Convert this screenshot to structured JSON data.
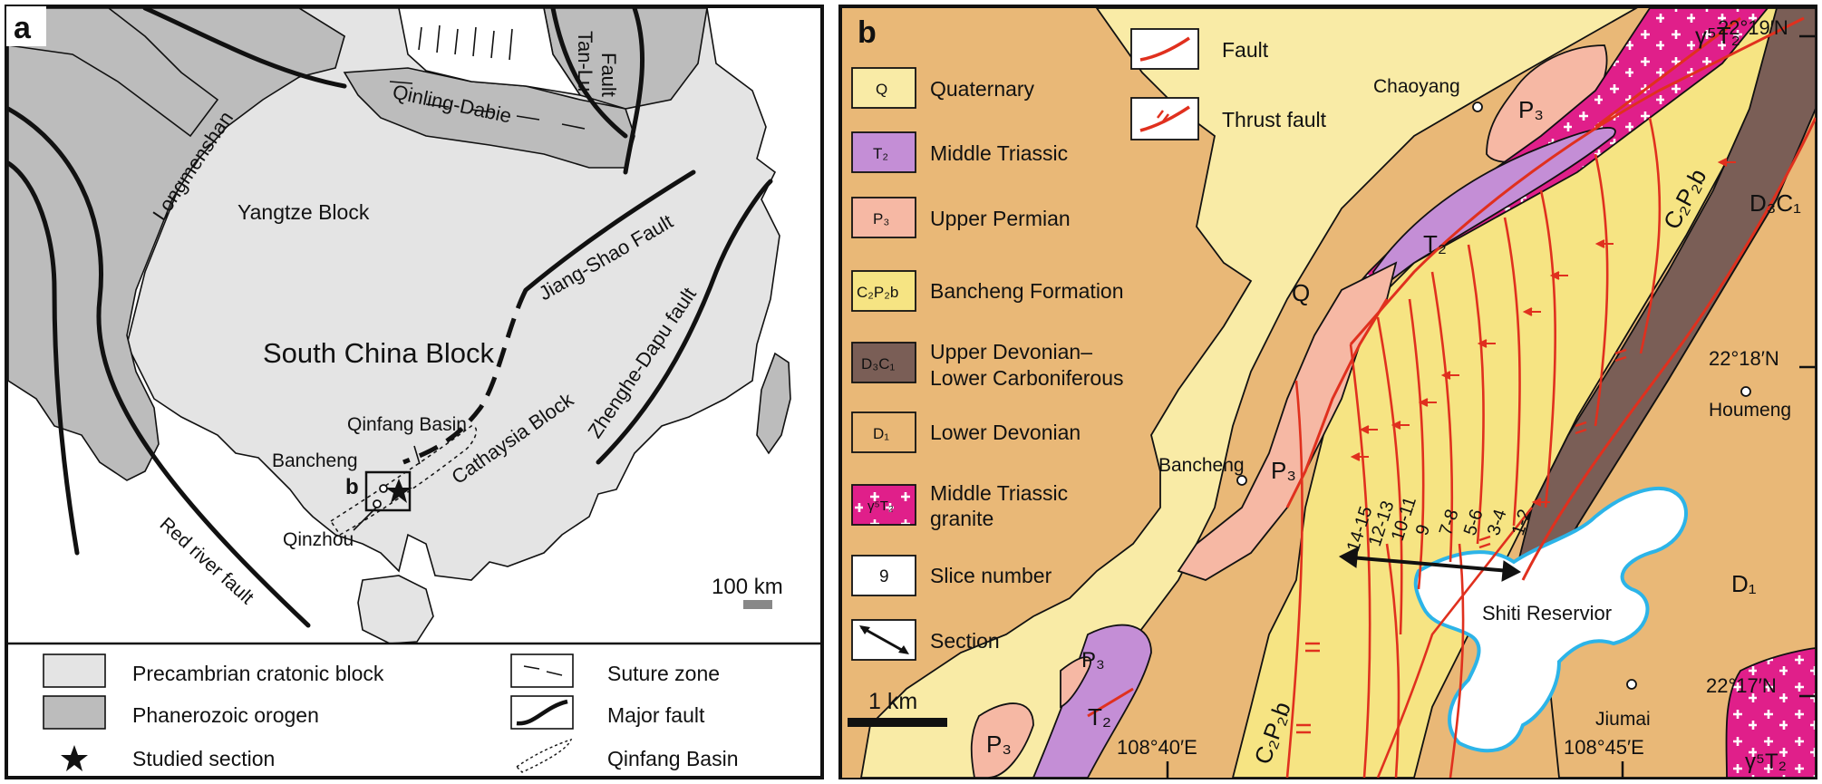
{
  "panel_a": {
    "letter": "a",
    "labels": {
      "tanlu_1": "Tan-Lu",
      "tanlu_2": "Fault",
      "qinling": "Qinling-Dabie",
      "longmenshan": "Longmenshan",
      "yangtze": "Yangtze Block",
      "jiangshao": "Jiang-Shao Fault",
      "zhenghe": "Zhenghe-Dapu fault",
      "south_china": "South China Block",
      "qinfang": "Qinfang Basin",
      "cathaysia": "Cathaysia Block",
      "bancheng": "Bancheng",
      "b_marker": "b",
      "qinzhou": "Qinzhou",
      "red_river": "Red river fault",
      "scale": "100 km"
    },
    "legend": [
      {
        "key": "precambrian",
        "label": "Precambrian cratonic block",
        "color": "#e4e4e4"
      },
      {
        "key": "phanerozoic",
        "label": "Phanerozoic orogen",
        "color": "#bcbcbc"
      },
      {
        "key": "studied",
        "label": "Studied section",
        "icon": "star-icon"
      },
      {
        "key": "suture",
        "label": "Suture zone"
      },
      {
        "key": "major_fault",
        "label": "Major fault"
      },
      {
        "key": "basin",
        "label": "Qinfang Basin"
      }
    ]
  },
  "panel_b": {
    "letter": "b",
    "legend": [
      {
        "key": "q",
        "swatch": "Q",
        "label": "Quaternary",
        "color": "#f9eba6"
      },
      {
        "key": "t2",
        "swatch": "T₂",
        "label": "Middle  Triassic",
        "color": "#c48ed6"
      },
      {
        "key": "p3",
        "swatch": "P₃",
        "label": "Upper Permian",
        "color": "#f6b8a4"
      },
      {
        "key": "c2p2b",
        "swatch": "C₂P₂b",
        "label": "Bancheng Formation",
        "color": "#f6e483"
      },
      {
        "key": "d3c1",
        "swatch": "D₃C₁",
        "label_1": "Upper Devonian–",
        "label_2": "Lower Carboniferous",
        "color": "#7a5e56"
      },
      {
        "key": "d1",
        "swatch": "D₁",
        "label": "Lower Devonian",
        "color": "#e9b877"
      },
      {
        "key": "granite",
        "swatch": "γ⁵T₂",
        "label_1": "Middle Triassic",
        "label_2": "granite",
        "color": "#e01f8a"
      },
      {
        "key": "slice",
        "swatch": "9",
        "label": "Slice number"
      },
      {
        "key": "section",
        "label": "Section"
      }
    ],
    "legend_top": [
      {
        "key": "fault",
        "label": "Fault"
      },
      {
        "key": "thrust",
        "label": "Thrust fault"
      }
    ],
    "map_labels": {
      "chaoyang": "Chaoyang",
      "q": "Q",
      "p3_top": "P₃",
      "t2_mid": "T₂",
      "granite_top": "γ⁵T₂",
      "c2p2b_top": "C₂P₂b",
      "d3c1": "D₃C₁",
      "houmeng": "Houmeng",
      "bancheng": "Bancheng",
      "p3_mid": "P₃",
      "shiti": "Shiti Reservior",
      "d1": "D₁",
      "jiumai": "Jiumai",
      "p3_bl1": "P₃",
      "p3_bl2": "P₃",
      "t2_bl": "T₂",
      "c2p2b_bot": "C₂P₂b",
      "granite_br": "γ⁵T₂"
    },
    "slices": [
      "14-15",
      "12-13",
      "10-11",
      "9",
      "7-8",
      "5-6",
      "3-4",
      "1-2"
    ],
    "coords": {
      "lat1": "22°19′N",
      "lat2": "22°18′N",
      "lat3": "22°17′N",
      "lon1": "108°40′E",
      "lon2": "108°45′E"
    },
    "scale": "1 km"
  }
}
